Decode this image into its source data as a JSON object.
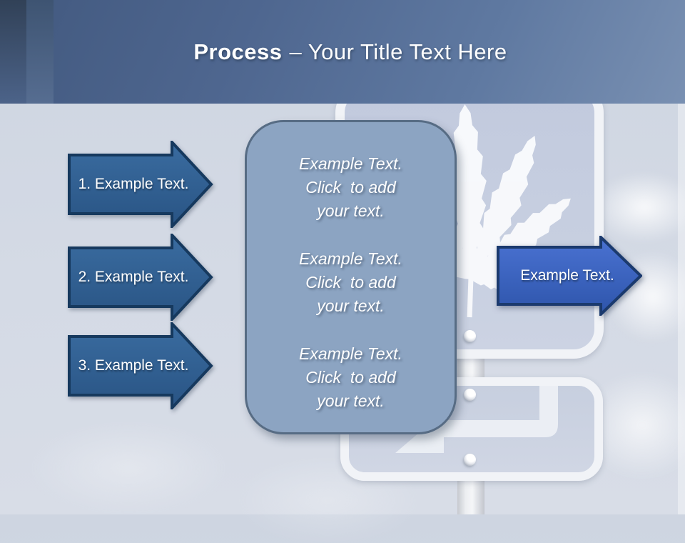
{
  "title": {
    "bold": "Process",
    "rest": "– Your Title Text Here"
  },
  "left_arrows": [
    {
      "label": "1. Example Text."
    },
    {
      "label": "2. Example Text."
    },
    {
      "label": "3. Example Text."
    }
  ],
  "panel": {
    "groups": [
      {
        "lines": [
          "Example Text.",
          "Click  to add",
          "your text."
        ]
      },
      {
        "lines": [
          "Example Text.",
          "Click  to add",
          "your text."
        ]
      },
      {
        "lines": [
          "Example Text.",
          "Click  to add",
          "your text."
        ]
      }
    ]
  },
  "right_arrow": {
    "label": "Example Text."
  },
  "icons": {
    "cannabis_leaf": "cannabis-leaf-silhouette",
    "turn_arrow": "left-turn-arrow-silhouette",
    "bolt": "round-screw-head"
  },
  "colors": {
    "header_gradient_start": "#42597f",
    "header_gradient_end": "#7990b2",
    "step_arrow_fill": "#2f5f93",
    "step_arrow_border": "#16395e",
    "cta_arrow_fill": "#3a62c4",
    "cta_arrow_border": "#1b3a6e",
    "panel_fill": "#8ca4c2",
    "panel_border": "#576c84",
    "sign_border": "#f1f3f7",
    "sign_face": "#c6cee0",
    "background": "#d4dae5",
    "title_color": "#ffffff"
  }
}
